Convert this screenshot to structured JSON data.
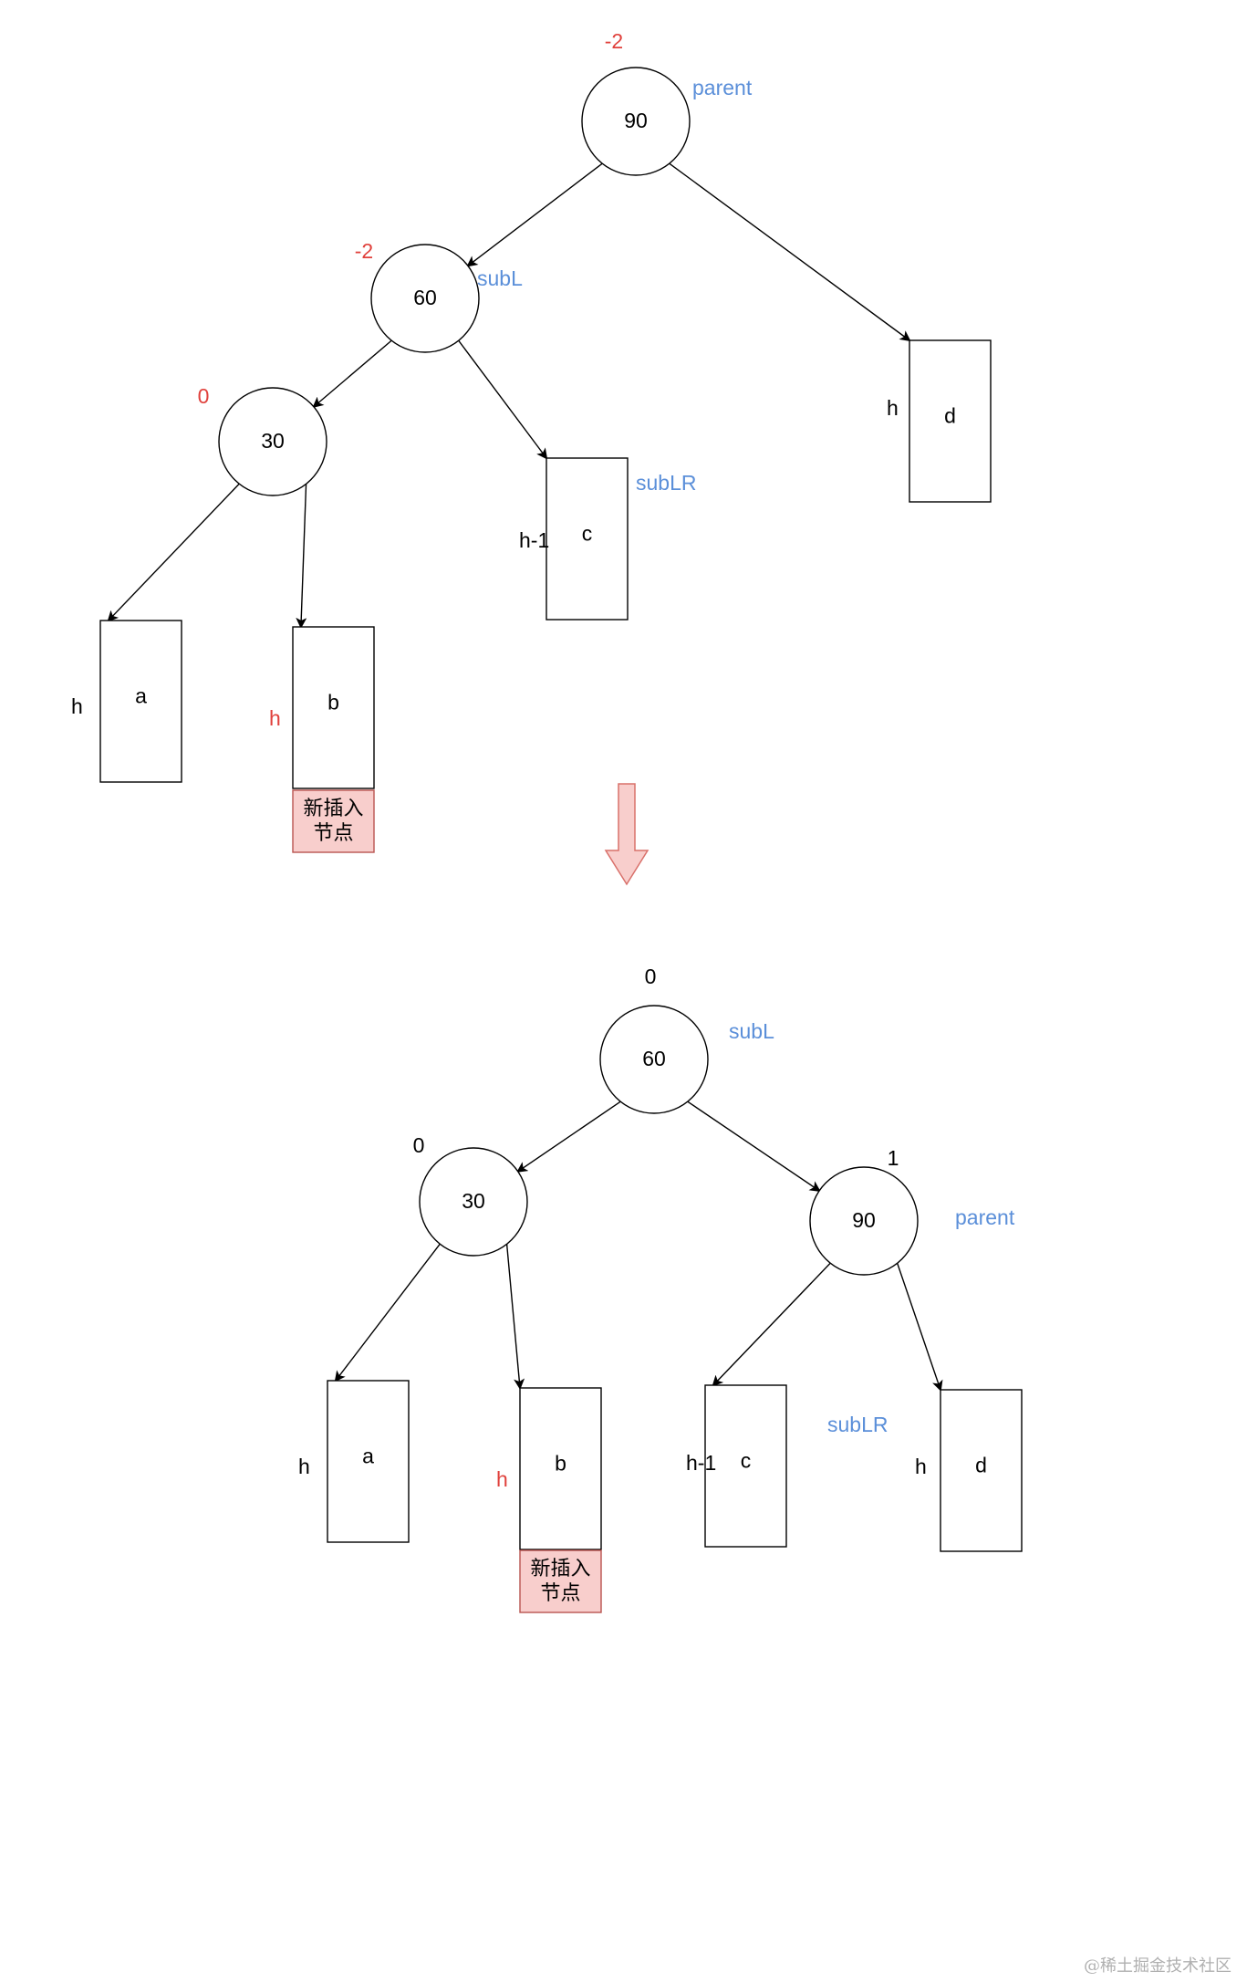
{
  "colors": {
    "balance_red": "#e0413c",
    "pointer_blue": "#5b8fd9",
    "black": "#000000",
    "new_fill": "#f8cecc",
    "new_stroke": "#b85450",
    "big_arrow_fill": "#f8cecc",
    "big_arrow_stroke": "#d9706a"
  },
  "before": {
    "nodes": [
      {
        "id": "p90",
        "label": "90",
        "bf": "-2",
        "bf_color": "red",
        "pointer": "parent"
      },
      {
        "id": "s60",
        "label": "60",
        "bf": "-2",
        "bf_color": "red",
        "pointer": "subL"
      },
      {
        "id": "n30",
        "label": "30",
        "bf": "0",
        "bf_color": "red",
        "pointer": ""
      }
    ],
    "subtrees": [
      {
        "id": "a",
        "label": "a",
        "height": "h",
        "height_color": "black",
        "pointer": ""
      },
      {
        "id": "b",
        "label": "b",
        "height": "h",
        "height_color": "red",
        "pointer": ""
      },
      {
        "id": "c",
        "label": "c",
        "height": "h-1",
        "height_color": "black",
        "pointer": "subLR"
      },
      {
        "id": "d",
        "label": "d",
        "height": "h",
        "height_color": "black",
        "pointer": ""
      }
    ],
    "new_node_label": [
      "新插入",
      "节点"
    ]
  },
  "after": {
    "nodes": [
      {
        "id": "s60",
        "label": "60",
        "bf": "0",
        "bf_color": "black",
        "pointer": "subL"
      },
      {
        "id": "n30",
        "label": "30",
        "bf": "0",
        "bf_color": "black",
        "pointer": ""
      },
      {
        "id": "p90",
        "label": "90",
        "bf": "1",
        "bf_color": "black",
        "pointer": "parent"
      }
    ],
    "subtrees": [
      {
        "id": "a",
        "label": "a",
        "height": "h",
        "height_color": "black",
        "pointer": ""
      },
      {
        "id": "b",
        "label": "b",
        "height": "h",
        "height_color": "red",
        "pointer": ""
      },
      {
        "id": "c",
        "label": "c",
        "height": "h-1",
        "height_color": "black",
        "pointer": "subLR"
      },
      {
        "id": "d",
        "label": "d",
        "height": "h",
        "height_color": "black",
        "pointer": ""
      }
    ],
    "new_node_label": [
      "新插入",
      "节点"
    ]
  },
  "watermark": "@稀土掘金技术社区"
}
